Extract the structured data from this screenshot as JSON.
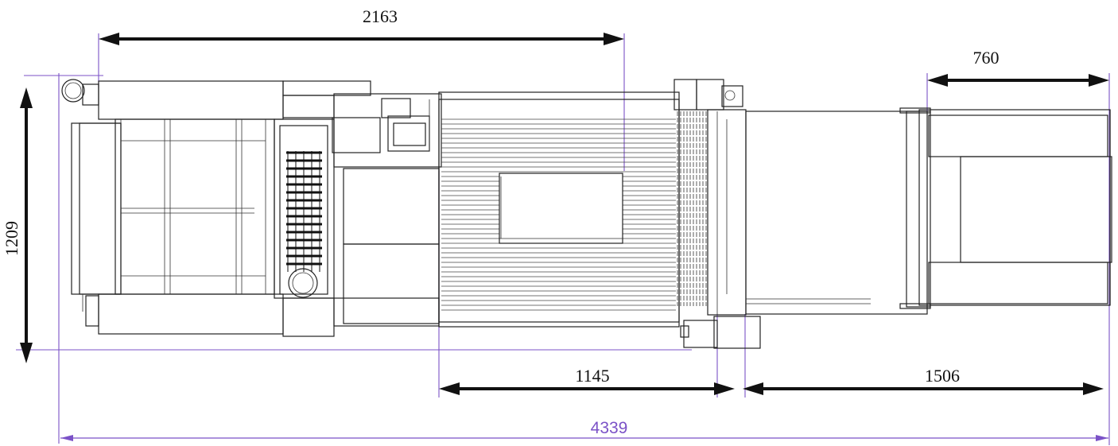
{
  "drawing": {
    "dimensions": {
      "top_length": "2163",
      "top_right": "760",
      "height": "1209",
      "middle_left": "1145",
      "middle_right": "1506",
      "overall": "4339"
    },
    "colors": {
      "dimension_line": "#111111",
      "extension_line": "#7b52c7",
      "overall_text": "#7b52c7",
      "machine_outline": "#222222"
    }
  }
}
